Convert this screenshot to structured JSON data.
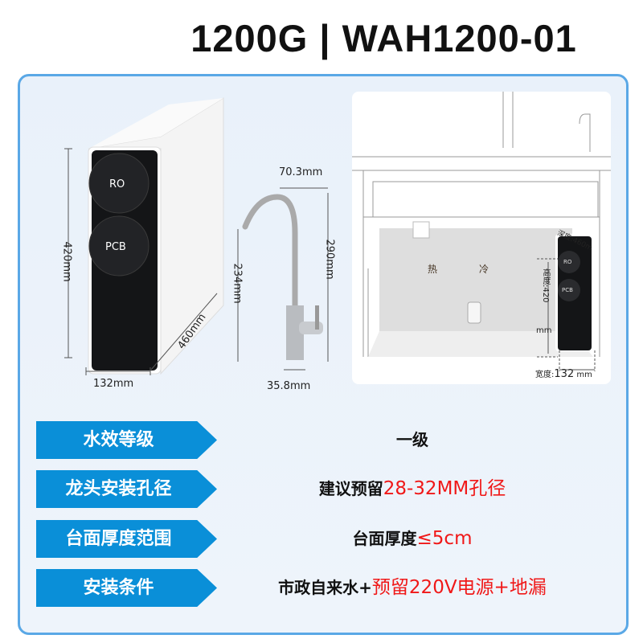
{
  "title": "1200G | WAH1200-01",
  "product": {
    "filter_labels": [
      "RO",
      "PCB"
    ],
    "dims": {
      "height": "420mm",
      "width": "132mm",
      "depth": "460mm"
    }
  },
  "faucet": {
    "dims": {
      "reach": "70.3mm",
      "total_height": "290mm",
      "spout_height": "234mm",
      "base": "35.8mm"
    }
  },
  "install_diagram": {
    "hot_label": "热",
    "cold_label": "冷",
    "depth_label": "深度:460m",
    "height_label": "高度:420",
    "height_unit": "mm",
    "width_label": "宽度:",
    "width_value": "132",
    "width_unit": "mm",
    "unit_labels": [
      "RO",
      "PCB"
    ]
  },
  "specs": [
    {
      "label": "水效等级",
      "value_black": "一级",
      "value_red": "",
      "value_black2": "",
      "value_red2": ""
    },
    {
      "label": "龙头安装孔径",
      "value_black": "建议预留",
      "value_red": "28-32MM孔径",
      "value_black2": "",
      "value_red2": ""
    },
    {
      "label": "台面厚度范围",
      "value_black": "台面厚度",
      "value_red": "≤5cm",
      "value_black2": "",
      "value_red2": ""
    },
    {
      "label": "安装条件",
      "value_black": "市政自来水+",
      "value_red": "预留220V电源+地漏",
      "value_black2": "",
      "value_red2": ""
    }
  ],
  "colors": {
    "accent": "#0a8fd8",
    "highlight": "#f01818",
    "panel_border": "#5aa8e6"
  }
}
